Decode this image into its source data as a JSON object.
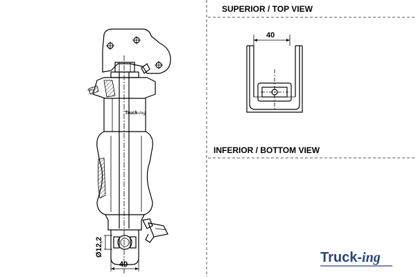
{
  "views": {
    "top_title": "SUPERIOR / TOP VIEW",
    "bottom_title": "INFERIOR / BOTTOM VIEW"
  },
  "dimensions": {
    "top_width": "40",
    "base_width": "40",
    "eye_diameter": "Ø12,2"
  },
  "brand": {
    "logo_main": "Truck-",
    "logo_script": "ing",
    "body_logo_main": "Truck-",
    "body_logo_script": "ing",
    "color": "#27457a"
  }
}
